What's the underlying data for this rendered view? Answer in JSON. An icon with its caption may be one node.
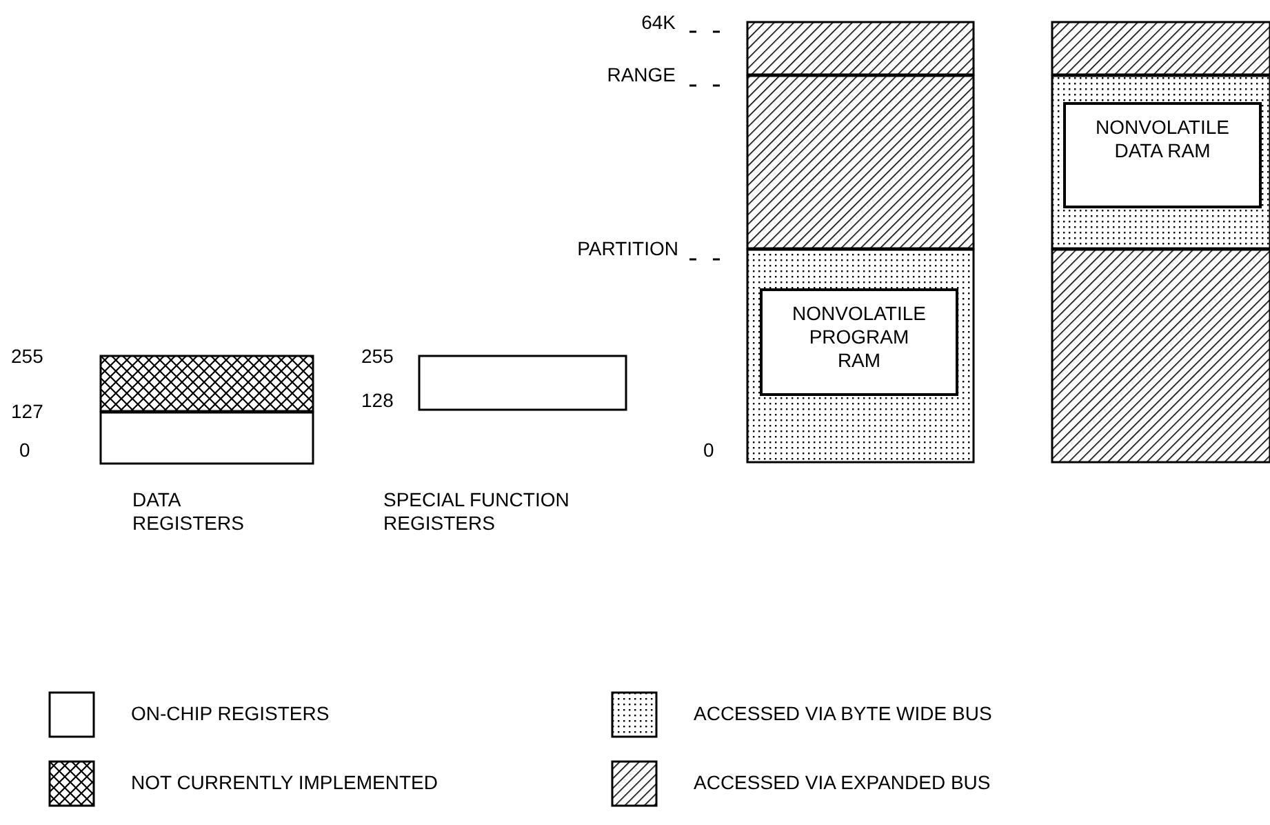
{
  "diagram": {
    "nodes": [
      {
        "text": [],
        "shape": "bar"
      },
      {
        "text": [],
        "shape": "bar"
      },
      {
        "text": [],
        "shape": "bar"
      },
      {
        "text": [
          "NONVOLATILE PROGRAM RAM"
        ],
        "in": 2
      },
      {
        "text": [],
        "shape": "bar"
      },
      {
        "text": [
          "NONVOLATILE DATA RAM"
        ],
        "in": 4
      }
    ],
    "edges": [],
    "labels": [
      "64K",
      "RANGE",
      "PARTITION",
      "255",
      "127",
      "0",
      "255",
      "128",
      "0",
      "DATA REGISTERS",
      "SPECIAL FUNCTION REGISTERS"
    ],
    "legend": [
      {
        "text": "ON-CHIP REGISTERS"
      },
      {
        "text": "ACCESSED VIA BYTE WIDE BUS"
      },
      {
        "text": "NOT CURRENTLY IMPLEMENTED"
      },
      {
        "text": "ACCESSED VIA EXPANDED BUS"
      }
    ]
  }
}
